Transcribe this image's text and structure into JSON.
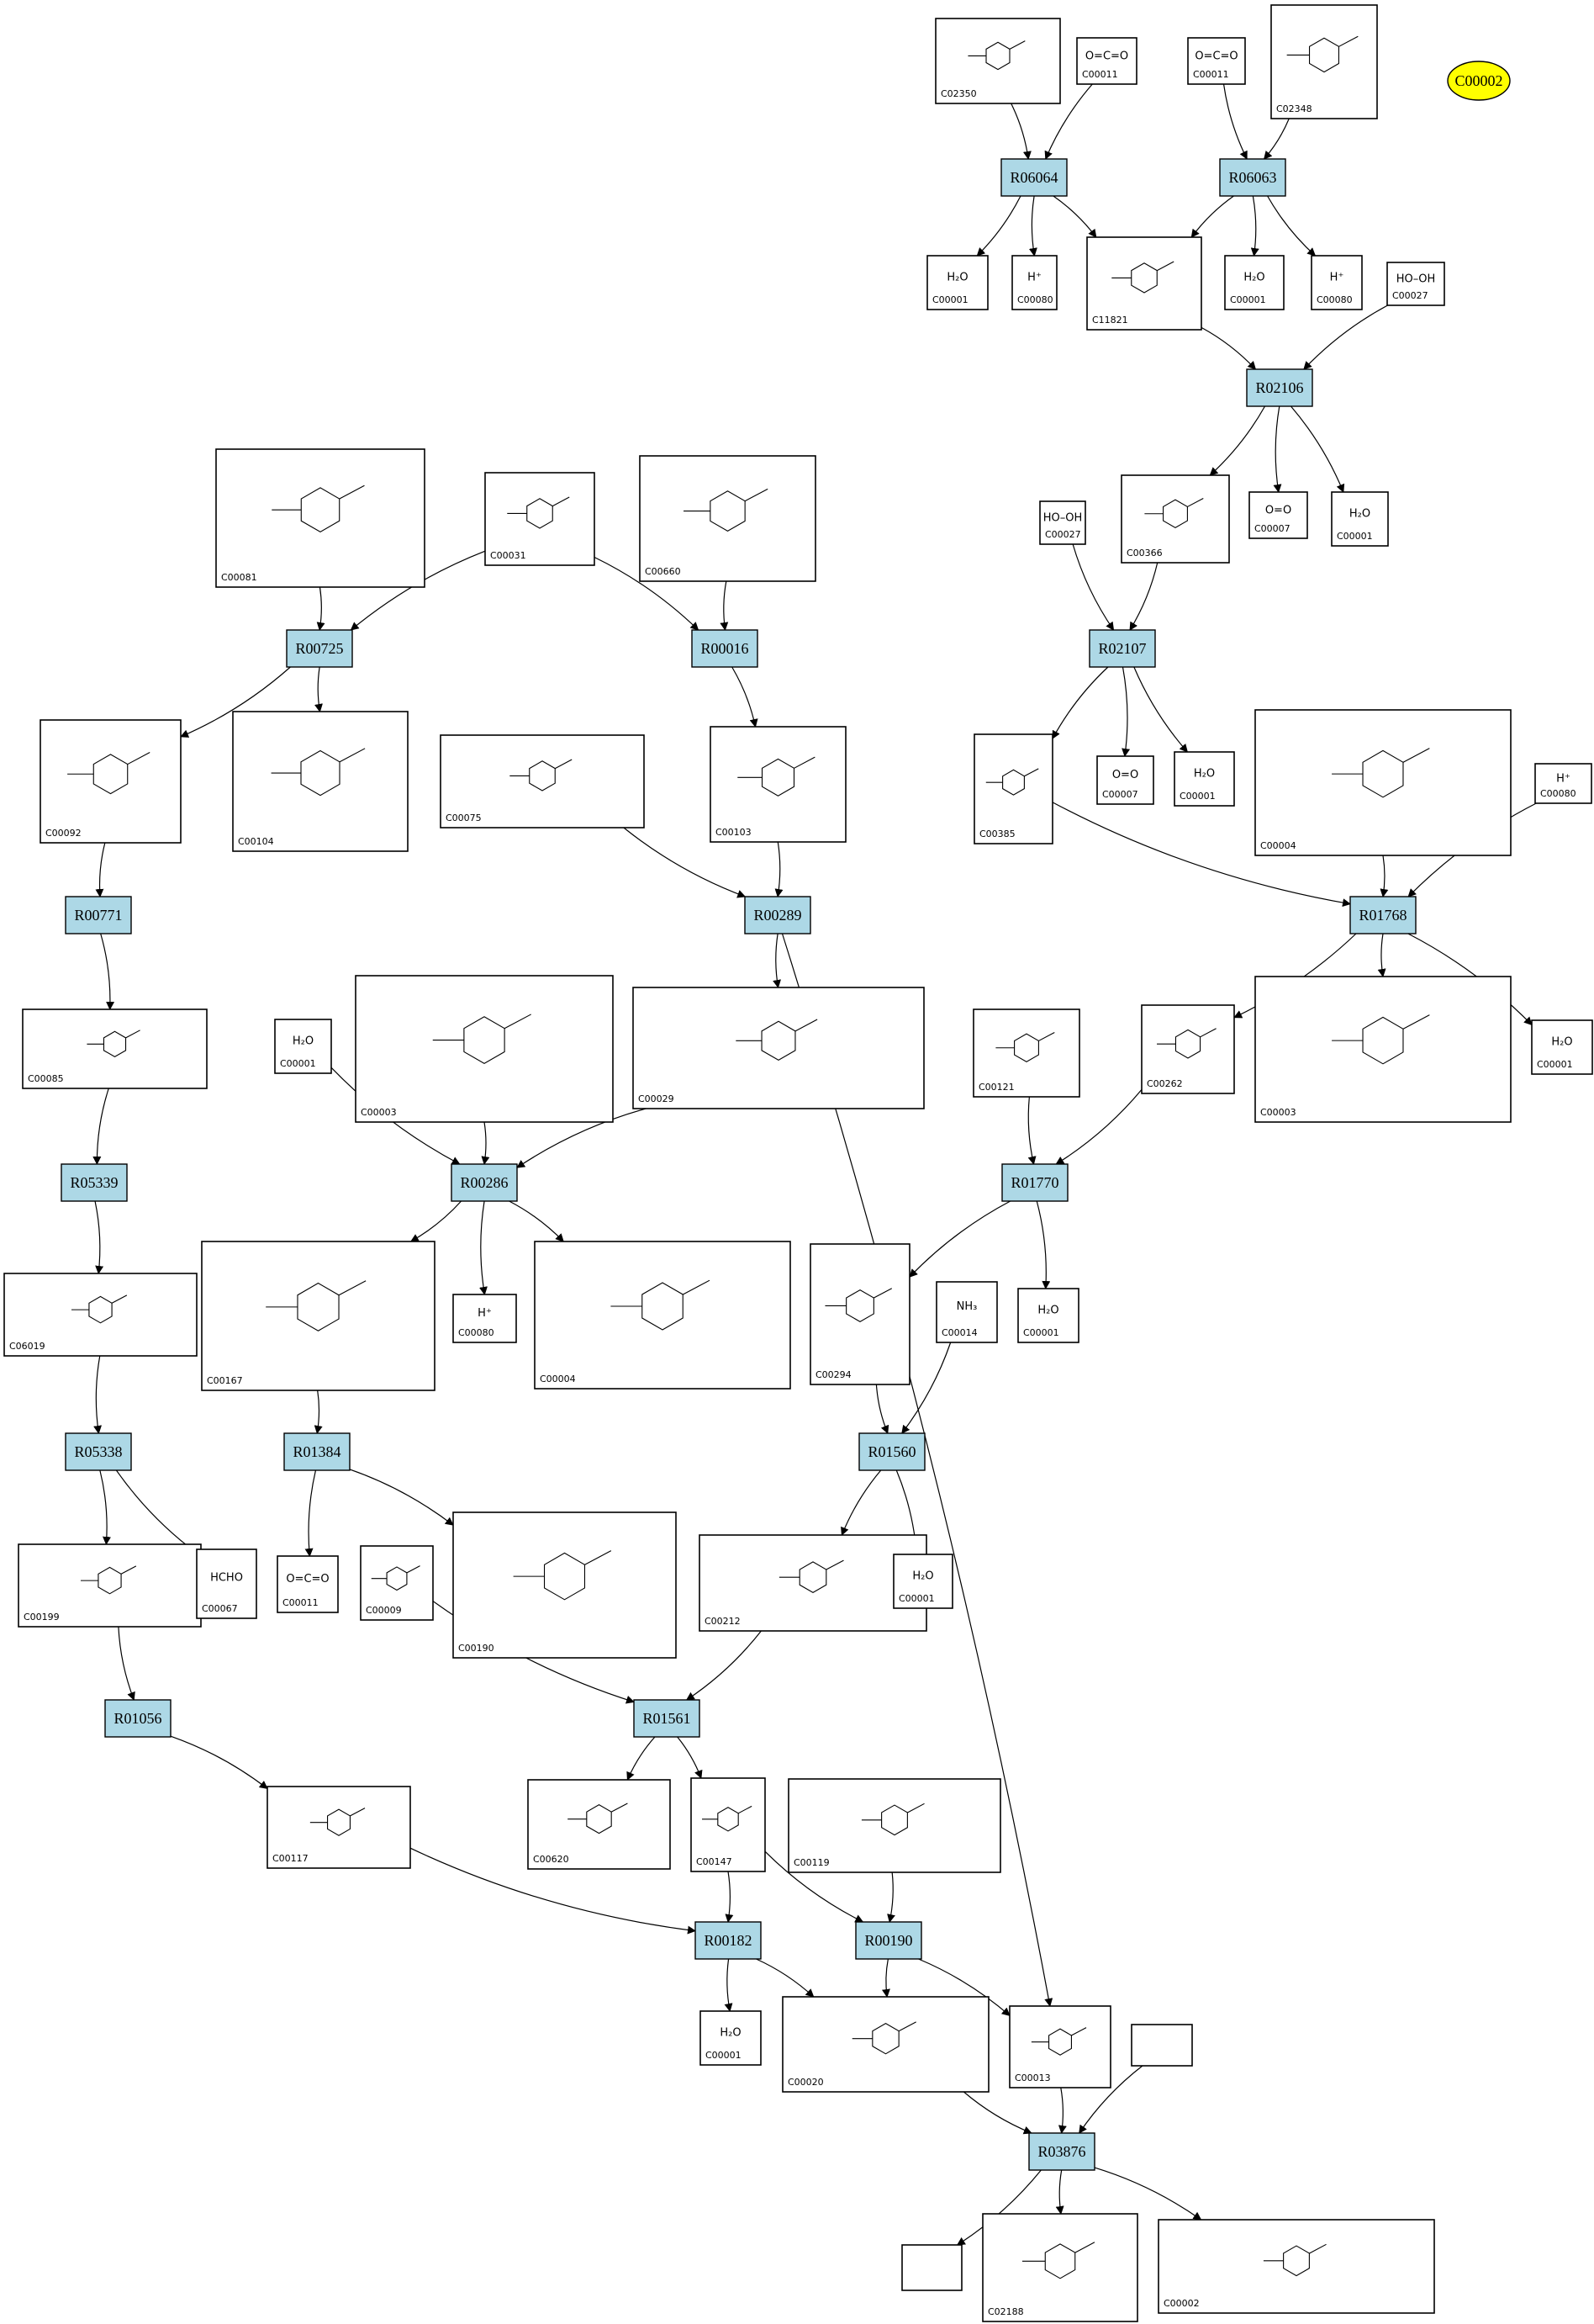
{
  "highlight": {
    "id": "C00002",
    "color": "#ffff00"
  },
  "colors": {
    "reaction_fill": "#add8e6",
    "compound_fill": "#ffffff",
    "stroke": "#000000"
  },
  "reactions": [
    {
      "id": "R06064"
    },
    {
      "id": "R06063"
    },
    {
      "id": "R02106"
    },
    {
      "id": "R02107"
    },
    {
      "id": "R00725"
    },
    {
      "id": "R00016"
    },
    {
      "id": "R00771"
    },
    {
      "id": "R00289"
    },
    {
      "id": "R01768"
    },
    {
      "id": "R05339"
    },
    {
      "id": "R00286"
    },
    {
      "id": "R01770"
    },
    {
      "id": "R05338"
    },
    {
      "id": "R01384"
    },
    {
      "id": "R01560"
    },
    {
      "id": "R01056"
    },
    {
      "id": "R01561"
    },
    {
      "id": "R00182"
    },
    {
      "id": "R00190"
    },
    {
      "id": "R03876"
    }
  ],
  "compounds": [
    {
      "n": 0,
      "id": "C02350",
      "formula": ""
    },
    {
      "n": 1,
      "id": "C00011",
      "formula": "O=C=O"
    },
    {
      "n": 2,
      "id": "C00011",
      "formula": "O=C=O"
    },
    {
      "n": 3,
      "id": "C02348",
      "formula": ""
    },
    {
      "n": 4,
      "id": "C00001",
      "formula": "H₂O"
    },
    {
      "n": 5,
      "id": "C00080",
      "formula": "H⁺"
    },
    {
      "n": 6,
      "id": "C11821",
      "formula": ""
    },
    {
      "n": 7,
      "id": "C00001",
      "formula": "H₂O"
    },
    {
      "n": 8,
      "id": "C00080",
      "formula": "H⁺"
    },
    {
      "n": 9,
      "id": "C00027",
      "formula": "HO–OH"
    },
    {
      "n": 10,
      "id": "C00081",
      "formula": ""
    },
    {
      "n": 11,
      "id": "C00031",
      "formula": ""
    },
    {
      "n": 12,
      "id": "C00660",
      "formula": ""
    },
    {
      "n": 13,
      "id": "C00366",
      "formula": ""
    },
    {
      "n": 14,
      "id": "C00007",
      "formula": "O=O"
    },
    {
      "n": 15,
      "id": "C00001",
      "formula": "H₂O"
    },
    {
      "n": 16,
      "id": "C00027",
      "formula": "HO–OH"
    },
    {
      "n": 17,
      "id": "C00092",
      "formula": ""
    },
    {
      "n": 18,
      "id": "C00104",
      "formula": ""
    },
    {
      "n": 19,
      "id": "C00075",
      "formula": ""
    },
    {
      "n": 20,
      "id": "C00103",
      "formula": ""
    },
    {
      "n": 21,
      "id": "C00385",
      "formula": ""
    },
    {
      "n": 22,
      "id": "C00007",
      "formula": "O=O"
    },
    {
      "n": 23,
      "id": "C00001",
      "formula": "H₂O"
    },
    {
      "n": 24,
      "id": "C00004",
      "formula": ""
    },
    {
      "n": 25,
      "id": "C00080",
      "formula": "H⁺"
    },
    {
      "n": 26,
      "id": "C00085",
      "formula": ""
    },
    {
      "n": 27,
      "id": "C00001",
      "formula": "H₂O"
    },
    {
      "n": 28,
      "id": "C00003",
      "formula": ""
    },
    {
      "n": 29,
      "id": "C00029",
      "formula": ""
    },
    {
      "n": 30,
      "id": "C00121",
      "formula": ""
    },
    {
      "n": 31,
      "id": "C00262",
      "formula": ""
    },
    {
      "n": 32,
      "id": "C00003",
      "formula": ""
    },
    {
      "n": 33,
      "id": "C00001",
      "formula": "H₂O"
    },
    {
      "n": 34,
      "id": "C06019",
      "formula": ""
    },
    {
      "n": 35,
      "id": "C00167",
      "formula": ""
    },
    {
      "n": 36,
      "id": "C00080",
      "formula": "H⁺"
    },
    {
      "n": 37,
      "id": "C00004",
      "formula": ""
    },
    {
      "n": 38,
      "id": "C00294",
      "formula": ""
    },
    {
      "n": 39,
      "id": "C00014",
      "formula": "NH₃"
    },
    {
      "n": 40,
      "id": "C00001",
      "formula": "H₂O"
    },
    {
      "n": 41,
      "id": "C00199",
      "formula": ""
    },
    {
      "n": 42,
      "id": "C00067",
      "formula": "HCHO"
    },
    {
      "n": 43,
      "id": "C00011",
      "formula": "O=C=O"
    },
    {
      "n": 44,
      "id": "C00009",
      "formula": ""
    },
    {
      "n": 45,
      "id": "C00190",
      "formula": ""
    },
    {
      "n": 46,
      "id": "C00212",
      "formula": ""
    },
    {
      "n": 47,
      "id": "C00001",
      "formula": "H₂O"
    },
    {
      "n": 48,
      "id": "C00117",
      "formula": ""
    },
    {
      "n": 49,
      "id": "C00620",
      "formula": ""
    },
    {
      "n": 50,
      "id": "C00147",
      "formula": ""
    },
    {
      "n": 51,
      "id": "C00119",
      "formula": ""
    },
    {
      "n": 52,
      "id": "C00001",
      "formula": "H₂O"
    },
    {
      "n": 53,
      "id": "C00020",
      "formula": ""
    },
    {
      "n": 54,
      "id": "C00013",
      "formula": ""
    },
    {
      "n": 55,
      "id": "",
      "formula": ""
    },
    {
      "n": 56,
      "id": "",
      "formula": ""
    },
    {
      "n": 57,
      "id": "C02188",
      "formula": ""
    },
    {
      "n": 58,
      "id": "C00002",
      "formula": ""
    }
  ]
}
